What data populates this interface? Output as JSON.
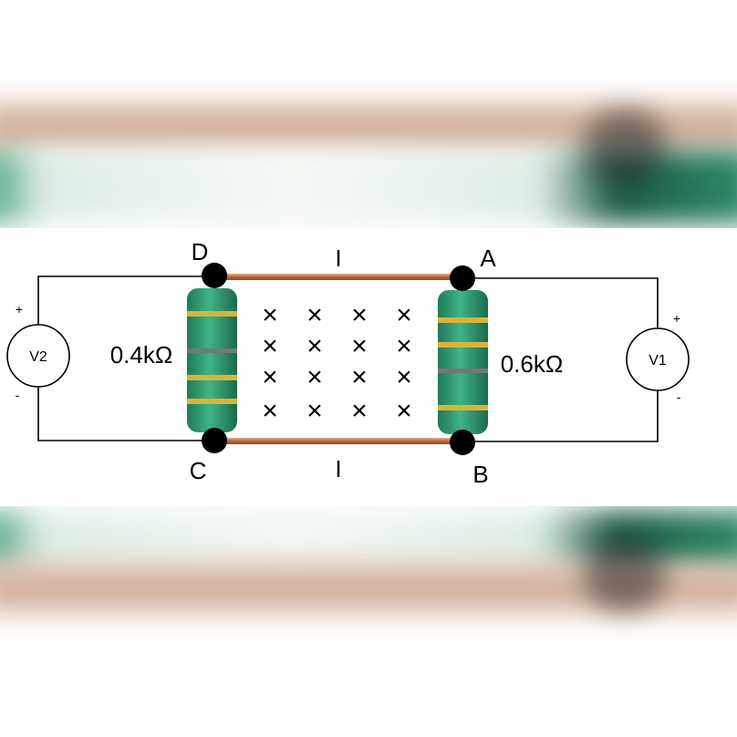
{
  "nodes": {
    "a": "A",
    "b": "B",
    "c": "C",
    "d": "D"
  },
  "resistors": {
    "left_value": "0.4kΩ",
    "right_value": "0.6kΩ"
  },
  "voltmeters": {
    "left": {
      "label": "V2",
      "plus": "+",
      "minus": "-"
    },
    "right": {
      "label": "V1",
      "plus": "+",
      "minus": "-"
    }
  },
  "current": {
    "top": "I",
    "bottom": "I"
  },
  "magnetic_field": {
    "symbol": "×",
    "rows": 4,
    "cols": 4
  },
  "colors": {
    "resistor_body": "#2e9a72",
    "band_gold": "#d9b43a",
    "band_gray": "#6f7a78",
    "copper_wire": "#c87a4a",
    "wire": "#000000"
  }
}
